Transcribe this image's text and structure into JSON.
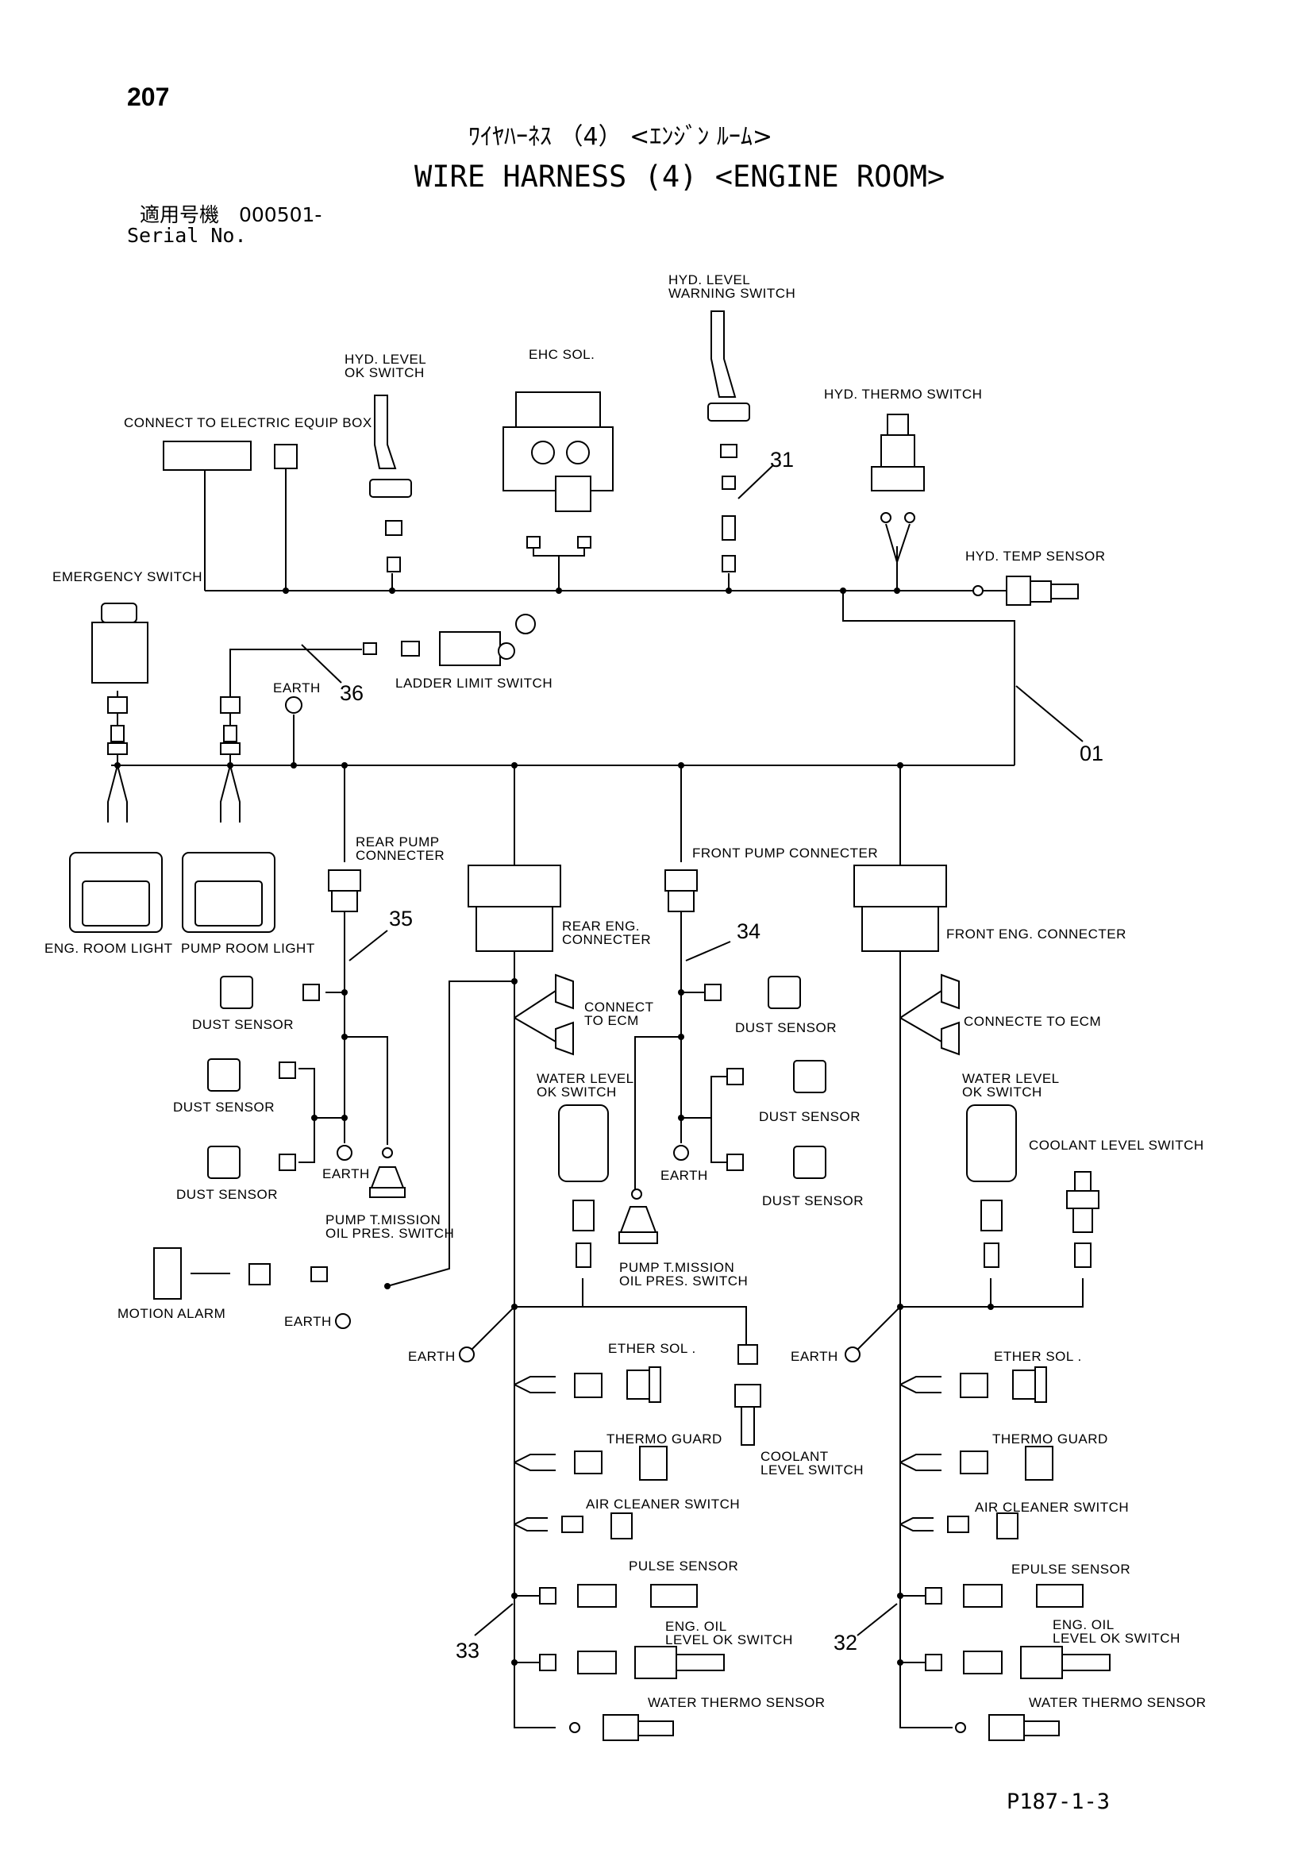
{
  "header": {
    "page_number": "207",
    "title_jp": "ﾜｲﾔﾊｰﾈｽ （4） <ｴﾝｼﾞﾝ ﾙｰﾑ>",
    "title_en": "WIRE HARNESS (4) <ENGINE ROOM>",
    "serial_jp": "適用号機　000501-",
    "serial_en": "Serial No."
  },
  "labels": {
    "hyd_level_warning": "HYD. LEVEL\nWARNING SWITCH",
    "hyd_level_ok": "HYD. LEVEL\nOK SWITCH",
    "ehc_sol": "EHC SOL.",
    "hyd_thermo": "HYD. THERMO SWITCH",
    "connect_equip_box": "CONNECT TO ELECTRIC EQUIP BOX",
    "hyd_temp_sensor": "HYD. TEMP SENSOR",
    "emergency_switch": "EMERGENCY SWITCH",
    "earth_top": "EARTH",
    "ladder_limit": "LADDER LIMIT SWITCH",
    "rear_pump_conn": "REAR PUMP\nCONNECTER",
    "front_pump_conn": "FRONT PUMP CONNECTER",
    "rear_eng_conn": "REAR ENG.\nCONNECTER",
    "front_eng_conn": "FRONT ENG. CONNECTER",
    "eng_room_light": "ENG. ROOM LIGHT",
    "pump_room_light": "PUMP ROOM LIGHT",
    "dust_sensor_l1": "DUST SENSOR",
    "dust_sensor_l2": "DUST SENSOR",
    "dust_sensor_l3": "DUST SENSOR",
    "earth_l": "EARTH",
    "pump_tm_l": "PUMP T.MISSION\nOIL PRES. SWITCH",
    "connect_ecm_rear": "CONNECT\nTO ECM",
    "water_level_rear": "WATER LEVEL\nOK SWITCH",
    "dust_sensor_m1": "DUST SENSOR",
    "dust_sensor_m2": "DUST SENSOR",
    "dust_sensor_m3": "DUST SENSOR",
    "earth_m": "EARTH",
    "pump_tm_m": "PUMP T.MISSION\nOIL PRES. SWITCH",
    "connect_ecm_front": "CONNECTE TO ECM",
    "water_level_front": "WATER LEVEL\nOK SWITCH",
    "coolant_level_front": "COOLANT LEVEL SWITCH",
    "motion_alarm": "MOTION ALARM",
    "earth_alarm": "EARTH",
    "earth_rear": "EARTH",
    "earth_front": "EARTH",
    "ether_rear": "ETHER SOL .",
    "thermo_rear": "THERMO GUARD",
    "air_rear": "AIR CLEANER SWITCH",
    "pulse_rear": "PULSE SENSOR",
    "engoil_rear": "ENG. OIL\nLEVEL OK SWITCH",
    "water_thermo_rear": "WATER THERMO SENSOR",
    "coolant_level_rear": "COOLANT\nLEVEL SWITCH",
    "ether_front": "ETHER SOL .",
    "thermo_front": "THERMO GUARD",
    "air_front": "AIR CLEANER SWITCH",
    "pulse_front": "EPULSE SENSOR",
    "engoil_front": "ENG. OIL\nLEVEL OK SWITCH",
    "water_thermo_front": "WATER THERMO SENSOR"
  },
  "callouts": {
    "c31": "31",
    "c36": "36",
    "c01": "01",
    "c35": "35",
    "c34": "34",
    "c33": "33",
    "c32": "32"
  },
  "footer": {
    "drawing_code": "P187-1-3"
  }
}
